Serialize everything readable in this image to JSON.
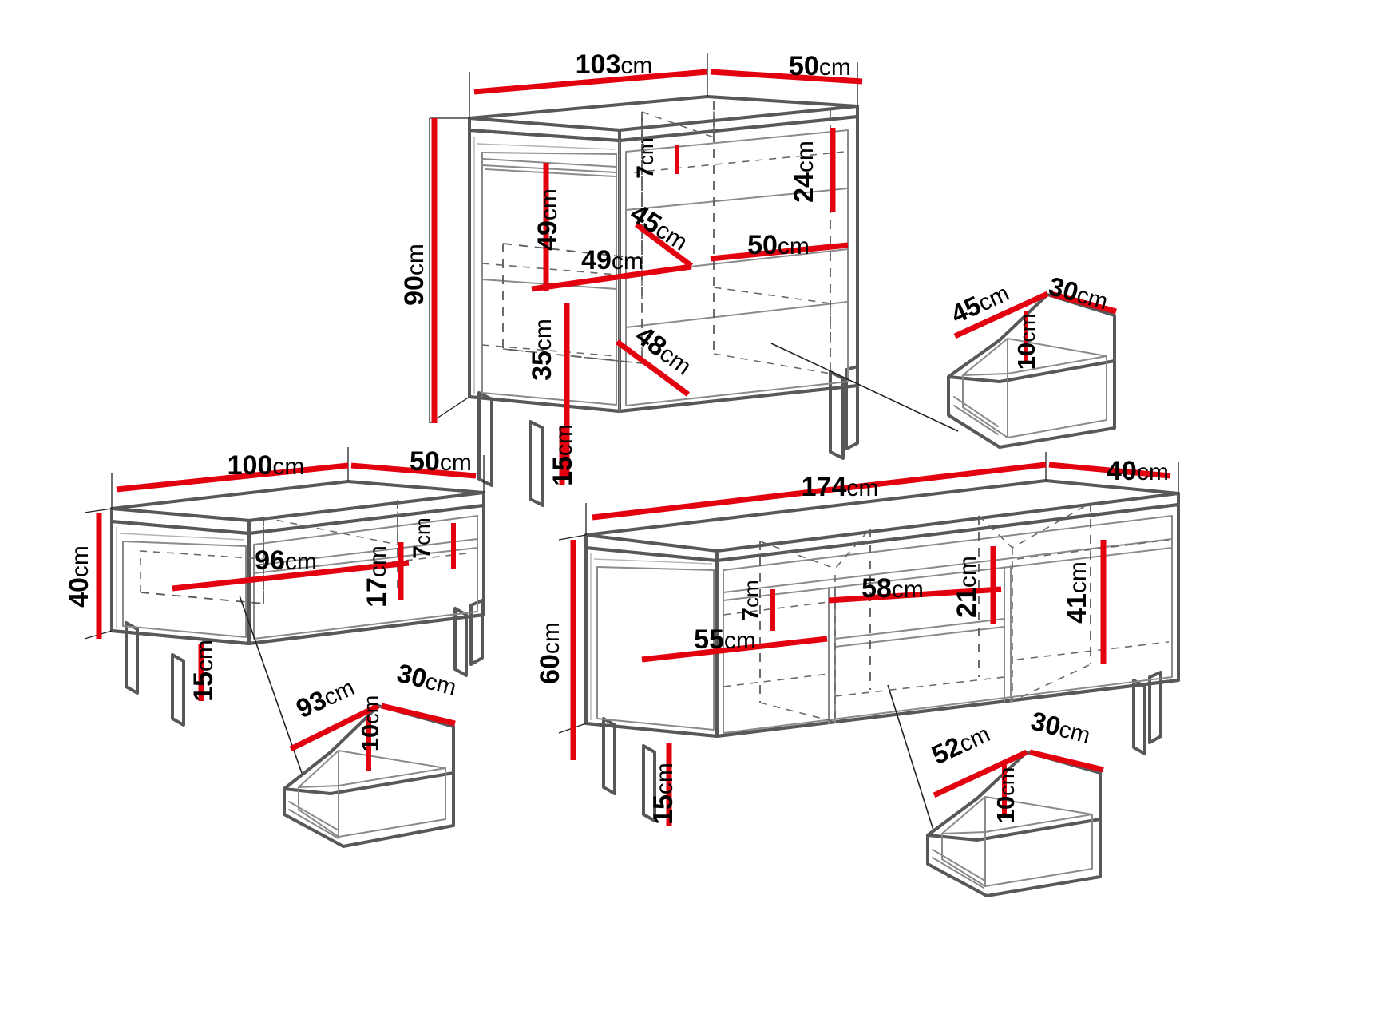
{
  "diagram": {
    "title": "Furniture set dimension drawing",
    "unit": "cm",
    "accent_color": "#e3000f",
    "line_color": "#58585a"
  },
  "items": [
    {
      "name": "tall-sideboard",
      "dimensions": {
        "width": "103",
        "depth": "50",
        "height": "90",
        "shelf_gap_top": "7",
        "left_compartment_height": "49",
        "left_compartment_width": "49",
        "left_compartment_depth": "45",
        "lower_compartment_height": "35",
        "lower_compartment_depth": "48",
        "drawer_height": "24",
        "drawer_width": "50",
        "leg_height": "15"
      }
    },
    {
      "name": "coffee-table",
      "dimensions": {
        "width": "100",
        "depth": "50",
        "height": "40",
        "shelf_width": "96",
        "top_gap": "7",
        "shelf_height": "17",
        "leg_height": "15"
      }
    },
    {
      "name": "tv-stand",
      "dimensions": {
        "width": "174",
        "depth": "40",
        "height": "60",
        "left_door_width": "55",
        "top_gap": "7",
        "middle_width": "58",
        "middle_drawer_height": "21",
        "right_compartment_height": "41",
        "leg_height": "15"
      }
    },
    {
      "name": "drawer-45",
      "dimensions": {
        "width": "45",
        "depth": "30",
        "height": "10"
      }
    },
    {
      "name": "drawer-93",
      "dimensions": {
        "width": "93",
        "depth": "30",
        "height": "10"
      }
    },
    {
      "name": "drawer-52",
      "dimensions": {
        "width": "52",
        "depth": "30",
        "height": "10"
      }
    }
  ],
  "labels": {
    "cab_w": {
      "num": "103",
      "unit": "cm"
    },
    "cab_d": {
      "num": "50",
      "unit": "cm"
    },
    "cab_h": {
      "num": "90",
      "unit": "cm"
    },
    "cab_gap7": {
      "num": "7",
      "unit": "cm"
    },
    "cab_49v": {
      "num": "49",
      "unit": "cm"
    },
    "cab_45": {
      "num": "45",
      "unit": "cm"
    },
    "cab_49h": {
      "num": "49",
      "unit": "cm"
    },
    "cab_50r": {
      "num": "50",
      "unit": "cm"
    },
    "cab_24": {
      "num": "24",
      "unit": "cm"
    },
    "cab_35": {
      "num": "35",
      "unit": "cm"
    },
    "cab_48": {
      "num": "48",
      "unit": "cm"
    },
    "cab_15": {
      "num": "15",
      "unit": "cm"
    },
    "tbl_w": {
      "num": "100",
      "unit": "cm"
    },
    "tbl_d": {
      "num": "50",
      "unit": "cm"
    },
    "tbl_h": {
      "num": "40",
      "unit": "cm"
    },
    "tbl_96": {
      "num": "96",
      "unit": "cm"
    },
    "tbl_7": {
      "num": "7",
      "unit": "cm"
    },
    "tbl_17": {
      "num": "17",
      "unit": "cm"
    },
    "tbl_15": {
      "num": "15",
      "unit": "cm"
    },
    "tv_w": {
      "num": "174",
      "unit": "cm"
    },
    "tv_d": {
      "num": "40",
      "unit": "cm"
    },
    "tv_h": {
      "num": "60",
      "unit": "cm"
    },
    "tv_55": {
      "num": "55",
      "unit": "cm"
    },
    "tv_7": {
      "num": "7",
      "unit": "cm"
    },
    "tv_58": {
      "num": "58",
      "unit": "cm"
    },
    "tv_21": {
      "num": "21",
      "unit": "cm"
    },
    "tv_41": {
      "num": "41",
      "unit": "cm"
    },
    "tv_15": {
      "num": "15",
      "unit": "cm"
    },
    "d1_45": {
      "num": "45",
      "unit": "cm"
    },
    "d1_30": {
      "num": "30",
      "unit": "cm"
    },
    "d1_10": {
      "num": "10",
      "unit": "cm"
    },
    "d2_93": {
      "num": "93",
      "unit": "cm"
    },
    "d2_30": {
      "num": "30",
      "unit": "cm"
    },
    "d2_10": {
      "num": "10",
      "unit": "cm"
    },
    "d3_52": {
      "num": "52",
      "unit": "cm"
    },
    "d3_30": {
      "num": "30",
      "unit": "cm"
    },
    "d3_10": {
      "num": "10",
      "unit": "cm"
    }
  }
}
